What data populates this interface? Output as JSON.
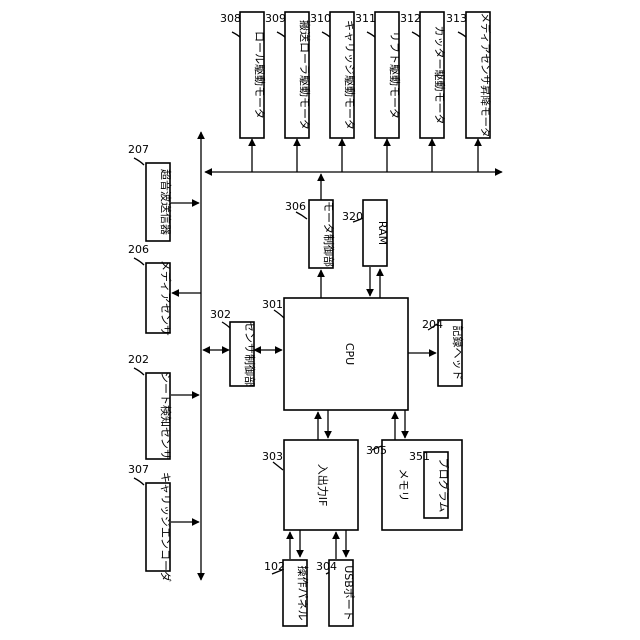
{
  "blocks": {
    "roll_motor": {
      "num": "308",
      "label": "ロール駆動モータ"
    },
    "feed_motor": {
      "num": "309",
      "label": "搬送ローラ駆動モータ"
    },
    "carriage_motor": {
      "num": "310",
      "label": "キャリッジ駆動モータ"
    },
    "lift_motor": {
      "num": "311",
      "label": "リフト駆動モータ"
    },
    "cutter_motor": {
      "num": "312",
      "label": "カッター駆動モータ"
    },
    "media_lift_motor": {
      "num": "313",
      "label": "メディアセンサ昇降モータ"
    },
    "ultrasonic": {
      "num": "207",
      "label": "超音波送信器"
    },
    "media_sensor": {
      "num": "206",
      "label": "メディアセンサ"
    },
    "sheet_sensor": {
      "num": "202",
      "label": "シート検知センサ"
    },
    "carriage_encoder": {
      "num": "307",
      "label": "キャリッジエンコーダ"
    },
    "motor_ctrl": {
      "num": "306",
      "label": "モータ制御部"
    },
    "ram": {
      "num": "320",
      "label": "RAM"
    },
    "cpu": {
      "num": "301",
      "label": "CPU"
    },
    "sensor_ctrl": {
      "num": "302",
      "label": "センサ制御部"
    },
    "head": {
      "num": "204",
      "label": "記録ヘッド"
    },
    "io_if": {
      "num": "303",
      "label": "入出力IF"
    },
    "memory": {
      "num": "305",
      "label": "メモリ"
    },
    "program": {
      "num": "351",
      "label": "プログラム"
    },
    "panel": {
      "num": "102",
      "label": "操作パネル"
    },
    "usb": {
      "num": "304",
      "label": "USBポート"
    }
  }
}
